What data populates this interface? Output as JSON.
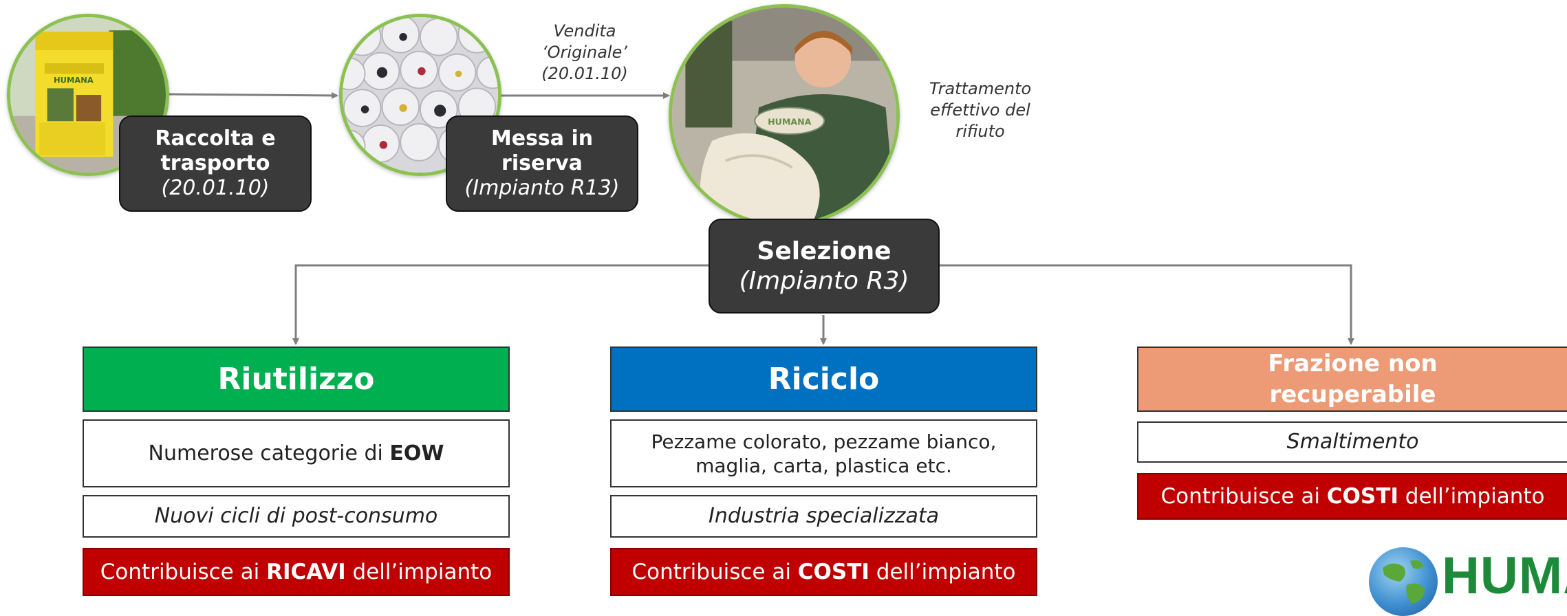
{
  "steps": {
    "raccolta": {
      "title": "Raccolta e trasporto",
      "sub": "(20.01.10)"
    },
    "messa": {
      "title": "Messa in riserva",
      "sub": "(Impianto R13)"
    },
    "selezione": {
      "title": "Selezione",
      "sub": "(Impianto R3)"
    }
  },
  "notes": {
    "vendita": [
      "Vendita",
      "‘Originale’",
      "(20.01.10)"
    ],
    "trattamento": [
      "Trattamento",
      "effettivo del",
      "rifiuto"
    ]
  },
  "branches": [
    {
      "title": "Riutilizzo",
      "color": "#00b050",
      "item1_pre": "Numerose categorie di ",
      "item1_bold": "EOW",
      "item2": "Nuovi cicli di post-consumo",
      "contrib_pre": "Contribuisce ai ",
      "contrib_bold": "RICAVI",
      "contrib_post": " dell’impianto"
    },
    {
      "title": "Riciclo",
      "color": "#0070c0",
      "item1_line1": "Pezzame colorato, pezzame bianco,",
      "item1_line2": "maglia, carta, plastica etc.",
      "item2": "Industria specializzata",
      "contrib_pre": "Contribuisce ai ",
      "contrib_bold": "COSTI",
      "contrib_post": " dell’impianto"
    },
    {
      "title_line1": "Frazione non",
      "title_line2": "recuperabile",
      "color": "#ed9a76",
      "item1": "Smaltimento",
      "contrib_pre": "Contribuisce ai ",
      "contrib_bold": "COSTI",
      "contrib_post": " dell’impianto"
    }
  ],
  "logo": {
    "text": "HUMA"
  },
  "photos": {
    "bin_text": "HUMANA",
    "worker_text": "HUMANA"
  }
}
